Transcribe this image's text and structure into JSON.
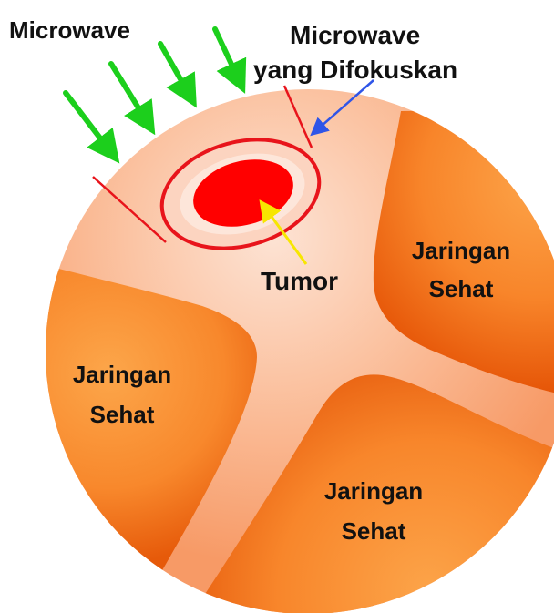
{
  "labels": {
    "microwave": "Microwave",
    "focused_line1": "Microwave",
    "focused_line2": "yang Difokuskan",
    "tumor": "Tumor",
    "healthy_right": [
      "Jaringan",
      "Sehat"
    ],
    "healthy_left": [
      "Jaringan",
      "Sehat"
    ],
    "healthy_bottom": [
      "Jaringan",
      "Sehat"
    ]
  },
  "colors": {
    "background": "#ffffff",
    "circle_base": "#f9a67a",
    "circle_center_glow": "#fde3d4",
    "tissue_outer": "#fc9a3c",
    "tissue_inner": "#e85c08",
    "tumor_core": "#ff0000",
    "tumor_halo": "#fcd4c0",
    "focus_ring": "#e8141b",
    "arrow_green": "#1ccf1c",
    "pointer_blue": "#2f55e8",
    "pointer_yellow": "#f7e600",
    "text": "#111111"
  },
  "icons": {
    "microwave_rays": "green-arrow-icon",
    "focus_pointer": "blue-arrow-icon",
    "tumor_pointer": "yellow-arrow-icon"
  }
}
